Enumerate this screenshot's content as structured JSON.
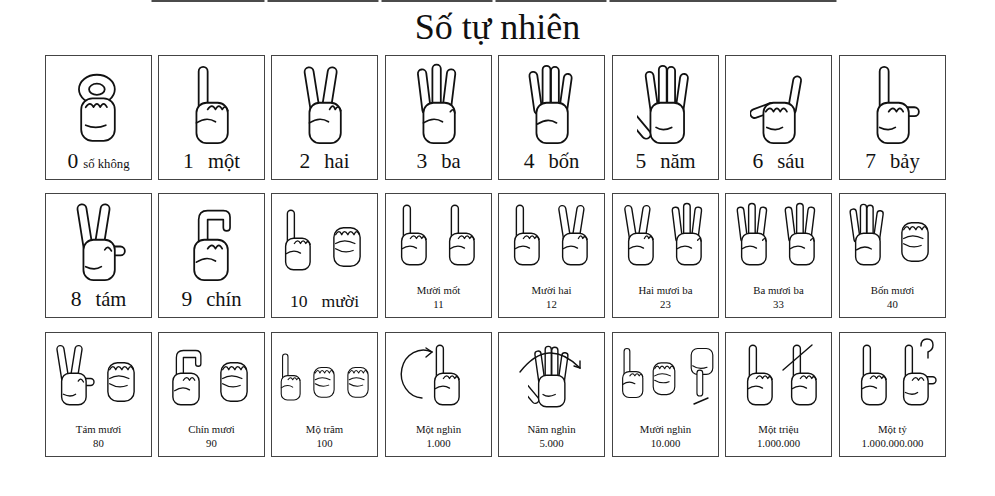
{
  "diagram": {
    "title": "Số tự nhiên",
    "nodes": [
      {
        "text": [
          "0",
          "số không"
        ]
      },
      {
        "text": [
          "1",
          "một"
        ]
      },
      {
        "text": [
          "2",
          "hai"
        ]
      },
      {
        "text": [
          "3",
          "ba"
        ]
      },
      {
        "text": [
          "4",
          "bốn"
        ]
      },
      {
        "text": [
          "5",
          "năm"
        ]
      },
      {
        "text": [
          "6",
          "sáu"
        ]
      },
      {
        "text": [
          "7",
          "bảy"
        ]
      },
      {
        "text": [
          "8",
          "tám"
        ]
      },
      {
        "text": [
          "9",
          "chín"
        ]
      },
      {
        "text": [
          "10",
          "mười"
        ]
      },
      {
        "text": [
          "Mười mốt",
          "11"
        ]
      },
      {
        "text": [
          "Mười hai",
          "12"
        ]
      },
      {
        "text": [
          "Hai mươi ba",
          "23"
        ]
      },
      {
        "text": [
          "Ba mươi ba",
          "33"
        ]
      },
      {
        "text": [
          "Bốn mươi",
          "40"
        ]
      },
      {
        "text": [
          "Tám mươi",
          "80"
        ]
      },
      {
        "text": [
          "Chín mươi",
          "90"
        ]
      },
      {
        "text": [
          "Mộ trăm",
          "100"
        ]
      },
      {
        "text": [
          "Một nghìn",
          "1.000"
        ]
      },
      {
        "text": [
          "Năm nghìn",
          "5.000"
        ]
      },
      {
        "text": [
          "Mười nghìn",
          "10.000"
        ]
      },
      {
        "text": [
          "Một triệu",
          "1.000.000"
        ]
      },
      {
        "text": [
          "Một tỷ",
          "1.000.000.000"
        ]
      }
    ]
  }
}
